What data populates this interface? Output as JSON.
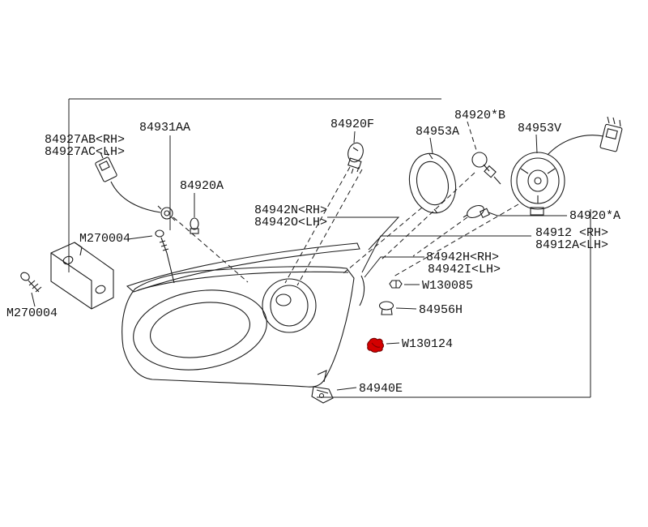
{
  "diagram": {
    "type": "exploded-parts-diagram",
    "subject": "headlamp and fog lamp assembly",
    "background": "#ffffff",
    "line_color": "#1c1c1c",
    "text_color": "#101010",
    "highlight_color": "#d40000",
    "highlighted_part": "W130124"
  },
  "labels": {
    "p84931AA": "84931AA",
    "p84927AB": "84927AB<RH>",
    "p84927AC": "84927AC<LH>",
    "p84920A": "84920A",
    "pM270004a": "M270004",
    "pM270004b": "M270004",
    "p84920F": "84920F",
    "p84953A": "84953A",
    "p84920starB": "84920*B",
    "p84953V": "84953V",
    "p84942N": "84942N<RH>",
    "p84942O": "84942O<LH>",
    "p84920starA": "84920*A",
    "p84912": "84912 <RH>",
    "p84912A": "84912A<LH>",
    "p84942H": "84942H<RH>",
    "p84942I": "84942I<LH>",
    "pW130085": "W130085",
    "p84956H": "84956H",
    "pW130124": "W130124",
    "p84940E": "84940E"
  }
}
